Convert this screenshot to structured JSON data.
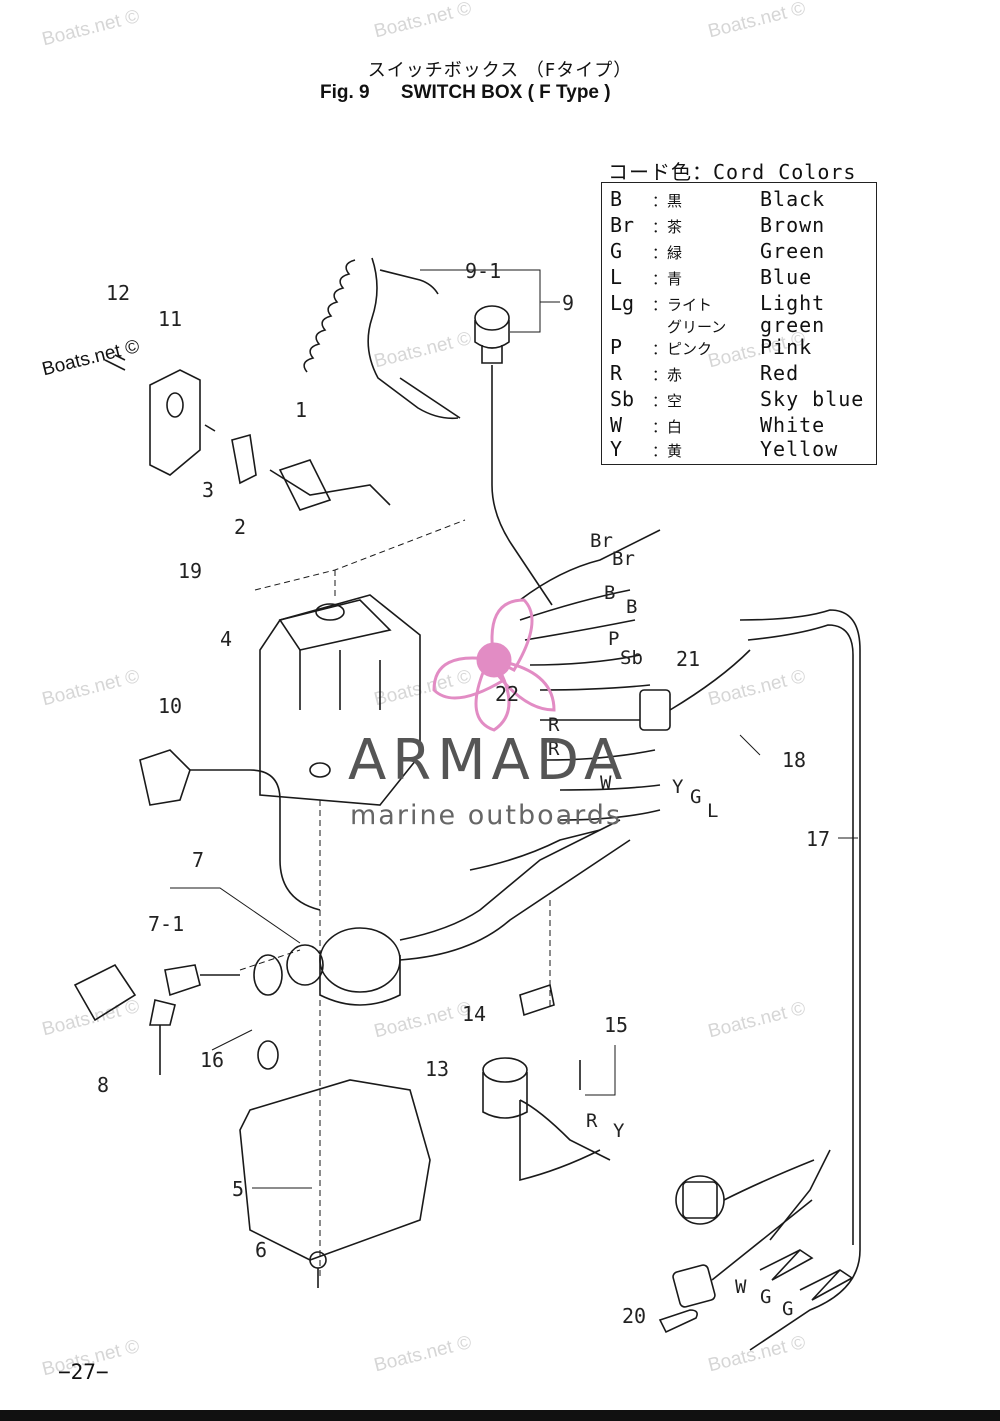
{
  "title": {
    "jp": "スイッチボックス （Fタイプ）",
    "fig": "Fig. 9",
    "en": "SWITCH BOX ( F Type )"
  },
  "legend": {
    "heading": "コード色：Cord Colors",
    "rows": [
      {
        "code": "B",
        "jp": "：黒",
        "en": "Black"
      },
      {
        "code": "Br",
        "jp": "：茶",
        "en": "Brown"
      },
      {
        "code": "G",
        "jp": "：緑",
        "en": "Green"
      },
      {
        "code": "L",
        "jp": "：青",
        "en": "Blue"
      },
      {
        "code": "Lg",
        "jp": "：ライト",
        "en": "Light"
      },
      {
        "code": "",
        "jp": "　グリーン",
        "en": " green"
      },
      {
        "code": "P",
        "jp": "：ピンク",
        "en": "Pink"
      },
      {
        "code": "R",
        "jp": "：赤",
        "en": "Red"
      },
      {
        "code": "Sb",
        "jp": "：空",
        "en": "Sky blue"
      },
      {
        "code": "W",
        "jp": "：白",
        "en": "White"
      },
      {
        "code": "Y",
        "jp": "：黄",
        "en": "Yellow"
      }
    ]
  },
  "callouts": {
    "c1": "1",
    "c2": "2",
    "c3": "3",
    "c4": "4",
    "c5": "5",
    "c6": "6",
    "c7": "7",
    "c7_1": "7-1",
    "c8": "8",
    "c9": "9",
    "c9_1": "9-1",
    "c10": "10",
    "c11": "11",
    "c12": "12",
    "c13": "13",
    "c14": "14",
    "c15": "15",
    "c16": "16",
    "c17": "17",
    "c18": "18",
    "c19": "19",
    "c20": "20",
    "c21": "21",
    "c22": "22"
  },
  "wire_labels": {
    "br1": "Br",
    "br2": "Br",
    "b1": "B",
    "b2": "B",
    "p": "P",
    "sb": "Sb",
    "r1": "R",
    "r2": "R",
    "w": "W",
    "y1": "Y",
    "g1": "G",
    "l": "L",
    "r3": "R",
    "y2": "Y",
    "w2": "W",
    "g2": "G",
    "g3": "G"
  },
  "watermarks": {
    "text": "Boats.net ©"
  },
  "brand": {
    "name": "ARMADA",
    "tagline": "marine outboards"
  },
  "page_number": "−27−",
  "colors": {
    "brand_pink": "#e28cc4",
    "line": "#1a1a1a",
    "watermark": "#d6d6d6"
  }
}
